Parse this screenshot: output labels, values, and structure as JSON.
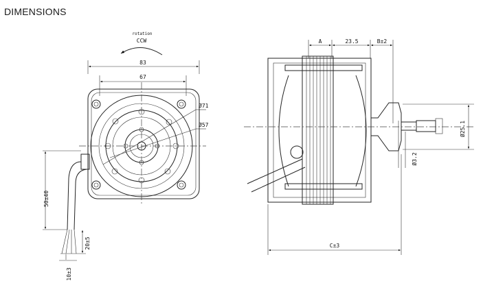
{
  "title": "DIMENSIONS",
  "front_view": {
    "rotation_label": "rotation",
    "rotation_dir": "CCW",
    "dim_width": "83",
    "dim_holes": "67",
    "dim_d71": "Ø71",
    "dim_d57": "Ø57",
    "dim_lead": "50±40",
    "dim_strip": "20±5",
    "dim_tip": "10±3"
  },
  "side_view": {
    "dim_a": "A",
    "dim_235": "23.5",
    "dim_b": "B±2",
    "dim_c": "C±3",
    "dim_shaft_dia": "Ø25.1",
    "dim_shaft": "Ø3.2"
  }
}
